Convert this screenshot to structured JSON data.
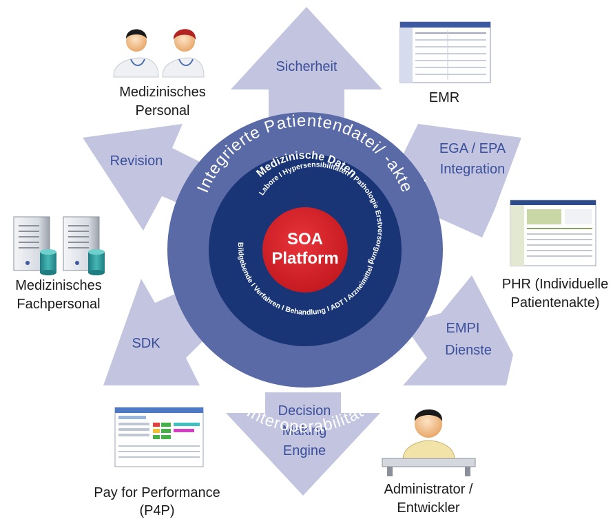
{
  "center": {
    "core_line1": "SOA",
    "core_line2": "Platform",
    "middle_ring_title": "Medizinische Daten",
    "middle_ring_items": "Labore I Hypersensibilitäten I Pathologie Erstversorgung I",
    "middle_ring_items_bottom": "Bildgebende I Verfahren I Behandlung I ADT I Arzneimittel I",
    "outer_ring_top": "Integrierte Patientendatei/ -akte",
    "outer_ring_bottom": "Interoperabilität"
  },
  "arrows": {
    "top": {
      "line1": "Sicherheit"
    },
    "upper_right": {
      "line1": "EGA / EPA",
      "line2": "Integration"
    },
    "lower_right": {
      "line1": "EMPI",
      "line2": "Dienste"
    },
    "bottom": {
      "line1": "Decision",
      "line2": "Making",
      "line3": "Engine"
    },
    "lower_left": {
      "line1": "SDK"
    },
    "upper_left": {
      "line1": "Revision"
    }
  },
  "nodes": {
    "medical_staff": {
      "line1": "Medizinisches",
      "line2": "Personal",
      "icon": "doctors-icon"
    },
    "emr": {
      "line1": "EMR",
      "icon": "emr-screenshot-icon"
    },
    "phr": {
      "line1": "PHR (Individuelle",
      "line2": "Patientenakte)",
      "icon": "phr-screenshot-icon"
    },
    "specialists": {
      "line1": "Medizinisches",
      "line2": "Fachpersonal",
      "icon": "servers-icon"
    },
    "p4p": {
      "line1": "Pay for Performance",
      "line2": "(P4P)",
      "icon": "p4p-screenshot-icon"
    },
    "admin": {
      "line1": "Administrator /",
      "line2": "Entwickler",
      "icon": "administrator-icon"
    }
  },
  "colors": {
    "arrow_fill": "#c3c5e0",
    "outer_ring": "#5a6aa6",
    "middle_ring": "#1a3575",
    "core": "#d42027",
    "arrow_text": "#3a4f9a"
  }
}
